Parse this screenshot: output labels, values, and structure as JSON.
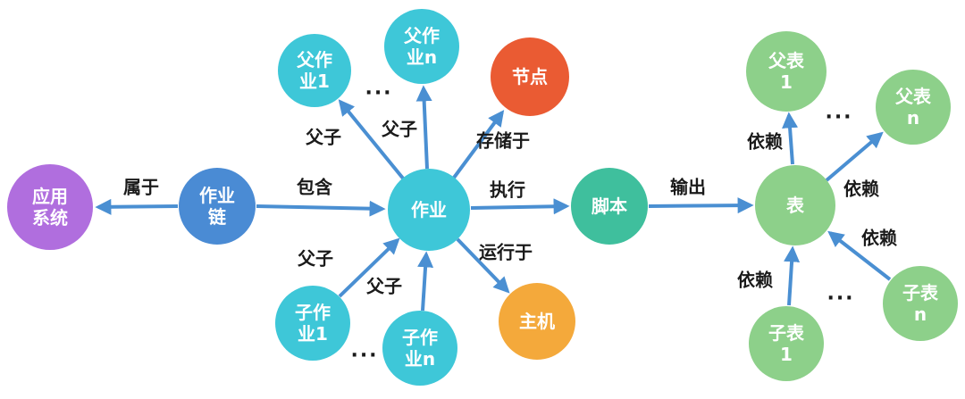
{
  "diagram": {
    "background_color": "#ffffff",
    "arrow_color": "#4a8fd2",
    "label_text_color": "#1a1a1a",
    "nodes": [
      {
        "id": "app-system",
        "label": "应用\n系统",
        "color": "#b06ede"
      },
      {
        "id": "job-chain",
        "label": "作业\n链",
        "color": "#4a8bd4"
      },
      {
        "id": "job",
        "label": "作业",
        "color": "#3ec7d8"
      },
      {
        "id": "parent-job-1",
        "label": "父作\n业1",
        "color": "#3ec7d8"
      },
      {
        "id": "parent-job-n",
        "label": "父作\n业n",
        "color": "#3ec7d8"
      },
      {
        "id": "child-job-1",
        "label": "子作\n业1",
        "color": "#3ec7d8"
      },
      {
        "id": "child-job-n",
        "label": "子作\n业n",
        "color": "#3ec7d8"
      },
      {
        "id": "node",
        "label": "节点",
        "color": "#ea5b33"
      },
      {
        "id": "host",
        "label": "主机",
        "color": "#f4a93b"
      },
      {
        "id": "script",
        "label": "脚本",
        "color": "#3fbf9d"
      },
      {
        "id": "table",
        "label": "表",
        "color": "#8dd08a"
      },
      {
        "id": "parent-table-1",
        "label": "父表\n1",
        "color": "#8dd08a"
      },
      {
        "id": "parent-table-n",
        "label": "父表\nn",
        "color": "#8dd08a"
      },
      {
        "id": "child-table-1",
        "label": "子表\n1",
        "color": "#8dd08a"
      },
      {
        "id": "child-table-n",
        "label": "子表\nn",
        "color": "#8dd08a"
      }
    ],
    "edges": [
      {
        "from": "job-chain",
        "to": "app-system",
        "label": "属于"
      },
      {
        "from": "job-chain",
        "to": "job",
        "label": "包含"
      },
      {
        "from": "job",
        "to": "parent-job-1",
        "label": "父子"
      },
      {
        "from": "job",
        "to": "parent-job-n",
        "label": "父子"
      },
      {
        "from": "job",
        "to": "node",
        "label": "存储于"
      },
      {
        "from": "child-job-1",
        "to": "job",
        "label": "父子"
      },
      {
        "from": "child-job-n",
        "to": "job",
        "label": "父子"
      },
      {
        "from": "job",
        "to": "host",
        "label": "运行于"
      },
      {
        "from": "job",
        "to": "script",
        "label": "执行"
      },
      {
        "from": "script",
        "to": "table",
        "label": "输出"
      },
      {
        "from": "table",
        "to": "parent-table-1",
        "label": "依赖"
      },
      {
        "from": "table",
        "to": "parent-table-n",
        "label": "依赖"
      },
      {
        "from": "child-table-1",
        "to": "table",
        "label": "依赖"
      },
      {
        "from": "child-table-n",
        "to": "table",
        "label": "依赖"
      }
    ],
    "ellipses": [
      {
        "between": "parent-job-1 and parent-job-n",
        "text": "..."
      },
      {
        "between": "child-job-1 and child-job-n",
        "text": "..."
      },
      {
        "between": "parent-table-1 and parent-table-n",
        "text": "..."
      },
      {
        "between": "child-table-1 and child-table-n",
        "text": "..."
      }
    ]
  }
}
